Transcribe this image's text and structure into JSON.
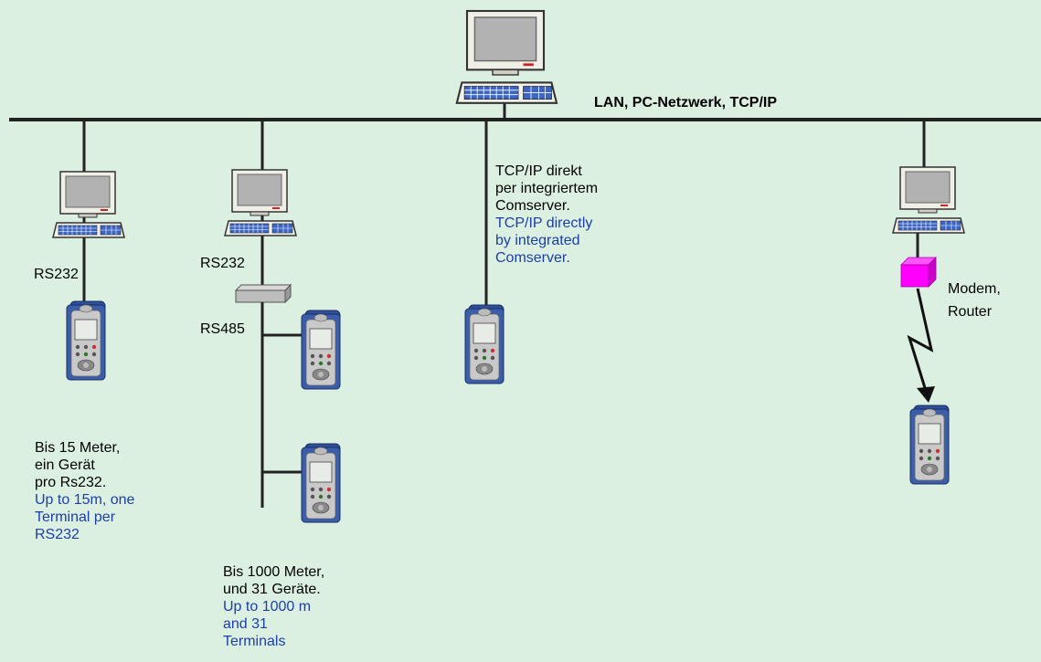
{
  "network": {
    "label": "LAN, PC-Netzwerk, TCP/IP"
  },
  "branch_rs232": {
    "interface": "RS232",
    "desc_de": [
      "Bis 15 Meter,",
      "ein Gerät",
      "pro Rs232."
    ],
    "desc_en": [
      "Up to 15m, one",
      "Terminal per",
      "RS232"
    ]
  },
  "branch_rs485": {
    "interface_top": "RS232",
    "interface_bus": "RS485",
    "desc_de": [
      "Bis 1000 Meter,",
      "und 31 Geräte."
    ],
    "desc_en": [
      "Up to 1000 m",
      "and 31",
      "Terminals"
    ]
  },
  "branch_tcpip": {
    "desc_de": [
      "TCP/IP direkt",
      "per integriertem",
      "Comserver."
    ],
    "desc_en": [
      "TCP/IP directly",
      "by integrated",
      "Comserver."
    ]
  },
  "branch_modem": {
    "label": [
      "Modem,",
      "Router"
    ]
  },
  "colors": {
    "background": "#dcf0e1",
    "english_text": "#1c3fa8",
    "modem": "#ff00ff",
    "terminal_body": "#2f4f9a",
    "monitor_screen": "#b0b0b0"
  }
}
